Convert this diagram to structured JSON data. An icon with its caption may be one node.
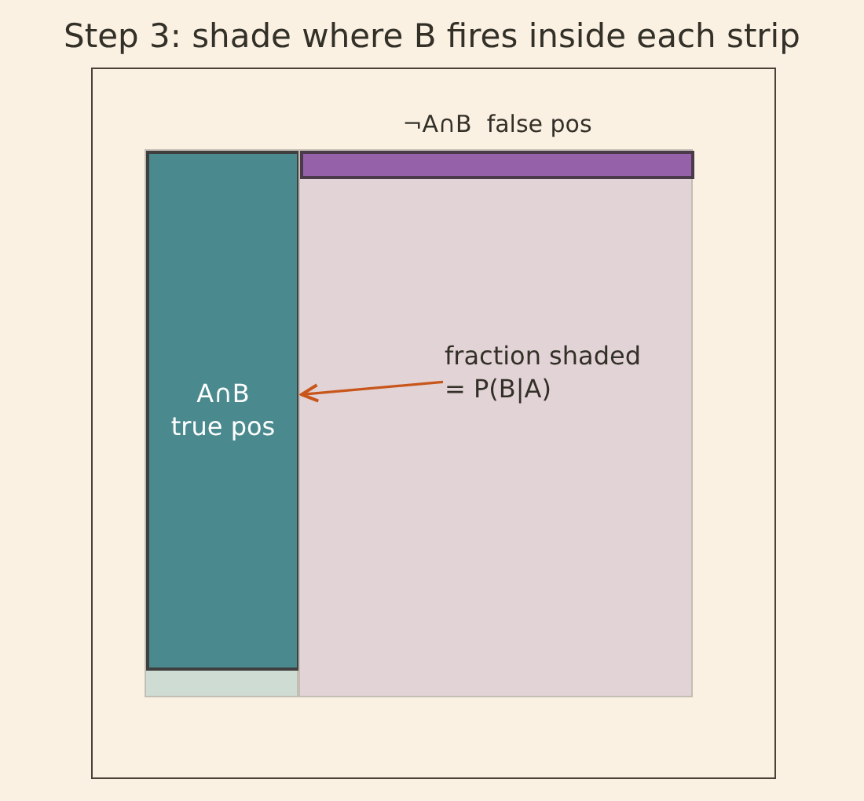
{
  "diagram": {
    "title": "Step 3: shade where B fires inside each strip",
    "nodes": [
      {
        "text": [],
        "shape": "box"
      },
      {
        "text": [
          "A∩B",
          "true pos"
        ],
        "in": 0
      },
      {
        "text": [],
        "shape": "box"
      },
      {
        "text": [
          "¬A∩B  false pos"
        ],
        "in": 2
      },
      {
        "text": [
          "fraction shaded = P(B|A)"
        ],
        "in": 2
      }
    ],
    "edges": [
      {
        "from": 4,
        "to": 1,
        "arrow": "to",
        "color": "#c8561a"
      }
    ]
  }
}
